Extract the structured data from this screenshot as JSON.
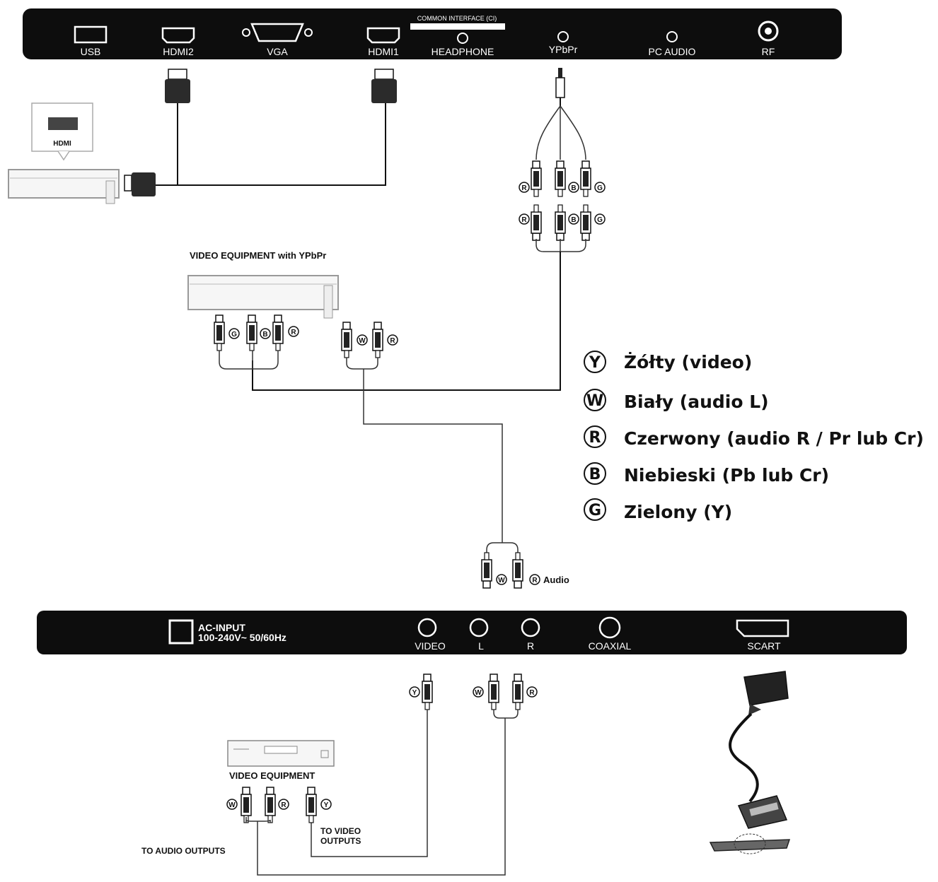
{
  "top_panel": {
    "ports": {
      "usb": "USB",
      "hdmi2": "HDMI2",
      "vga": "VGA",
      "hdmi1": "HDMI1",
      "ci": "COMMON INTERFACE (CI)",
      "headphone": "HEADPHONE",
      "ypbpr": "YPbPr",
      "pc_audio": "PC AUDIO",
      "rf": "RF"
    }
  },
  "hdmi_device": {
    "label": "HDMI"
  },
  "ypbpr_device": {
    "title": "VIDEO EQUIPMENT with YPbPr"
  },
  "rca": {
    "r": "R",
    "b": "B",
    "g": "G",
    "w": "W",
    "y": "Y"
  },
  "audio_label": "Audio",
  "legend": [
    {
      "letter": "Y",
      "text": "Żółty (video)"
    },
    {
      "letter": "W",
      "text": "Biały (audio L)"
    },
    {
      "letter": "R",
      "text": "Czerwony (audio R / Pr lub Cr)"
    },
    {
      "letter": "B",
      "text": "Niebieski (Pb lub Cr)"
    },
    {
      "letter": "G",
      "text": "Zielony (Y)"
    }
  ],
  "bottom_panel": {
    "ac_input": "AC-INPUT",
    "ac_spec": "100-240V~ 50/60Hz",
    "video": "VIDEO",
    "l": "L",
    "r": "R",
    "coaxial": "COAXIAL",
    "scart": "SCART"
  },
  "video_equipment": {
    "title": "VIDEO EQUIPMENT",
    "to_video_1": "TO VIDEO",
    "to_video_2": "OUTPUTS",
    "to_audio": "TO AUDIO OUTPUTS"
  }
}
